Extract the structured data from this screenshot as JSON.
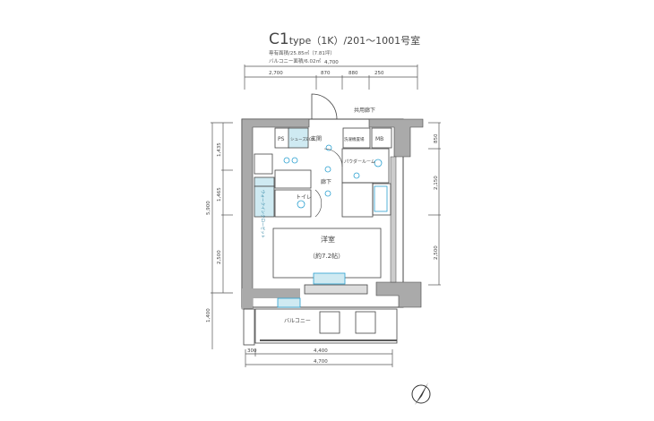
{
  "title": {
    "type_code": "C1",
    "type_text": "type（1K）/201～1001号室"
  },
  "areas": {
    "exclusive": "専有面積/25.85㎡（7.81坪）",
    "balcony": "バルコニー面積/6.02㎡"
  },
  "dimensions": {
    "top_total": "4,700",
    "top_segments": [
      "2,700",
      "870",
      "880",
      "250"
    ],
    "left_total": "5,900",
    "left_segments": [
      "1,435",
      "1,465",
      "2,500"
    ],
    "left_balcony": "1,400",
    "right_segments": [
      "850",
      "2,150",
      "2,500"
    ],
    "bottom_segments": [
      "300",
      "4,400"
    ],
    "bottom_total": "4,700"
  },
  "rooms": {
    "corridor_shared": "共用廊下",
    "ps": "PS",
    "shoes": "シューズBOX",
    "entrance": "玄関",
    "laundry": "洗濯機置場",
    "mb": "MB",
    "hallway": "廊下",
    "powder": "パウダールーム",
    "toilet": "トイレ",
    "closet": "ウォークインクローゼット",
    "western": "洋室",
    "western_size": "（約7.2帖）",
    "balcony": "バルコニー"
  }
}
